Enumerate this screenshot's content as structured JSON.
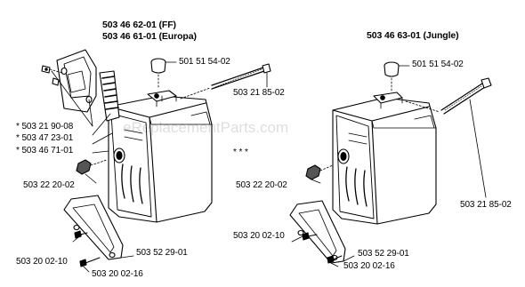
{
  "watermark": "eReplacementParts.com",
  "left_assembly": {
    "header": {
      "line1": "503 46 62-01 (FF)",
      "line2": "503 46 61-01 (Europa)"
    },
    "labels": {
      "cap": "501 51 54-02",
      "long_bolt": "503 21 85-02",
      "screw_plate": "* 503 21 90-08",
      "screen": "* 503 47 23-01",
      "cover": "* 503 46 71-01",
      "nut": "503 22 20-02",
      "note_marks": "* * *",
      "bracket": "503 52 29-01",
      "screw_a": "503 20 02-10",
      "screw_b": "503 20 02-16"
    }
  },
  "right_assembly": {
    "header": {
      "line1": "503 46 63-01 (Jungle)"
    },
    "labels": {
      "cap": "501 51 54-02",
      "nut": "503 22 20-02",
      "long_bolt": "503 21 85-02",
      "screw_a": "503 20 02-10",
      "bracket": "503 52 29-01",
      "screw_b": "503 20 02-16"
    }
  },
  "colors": {
    "ink": "#000000",
    "background": "#ffffff"
  }
}
